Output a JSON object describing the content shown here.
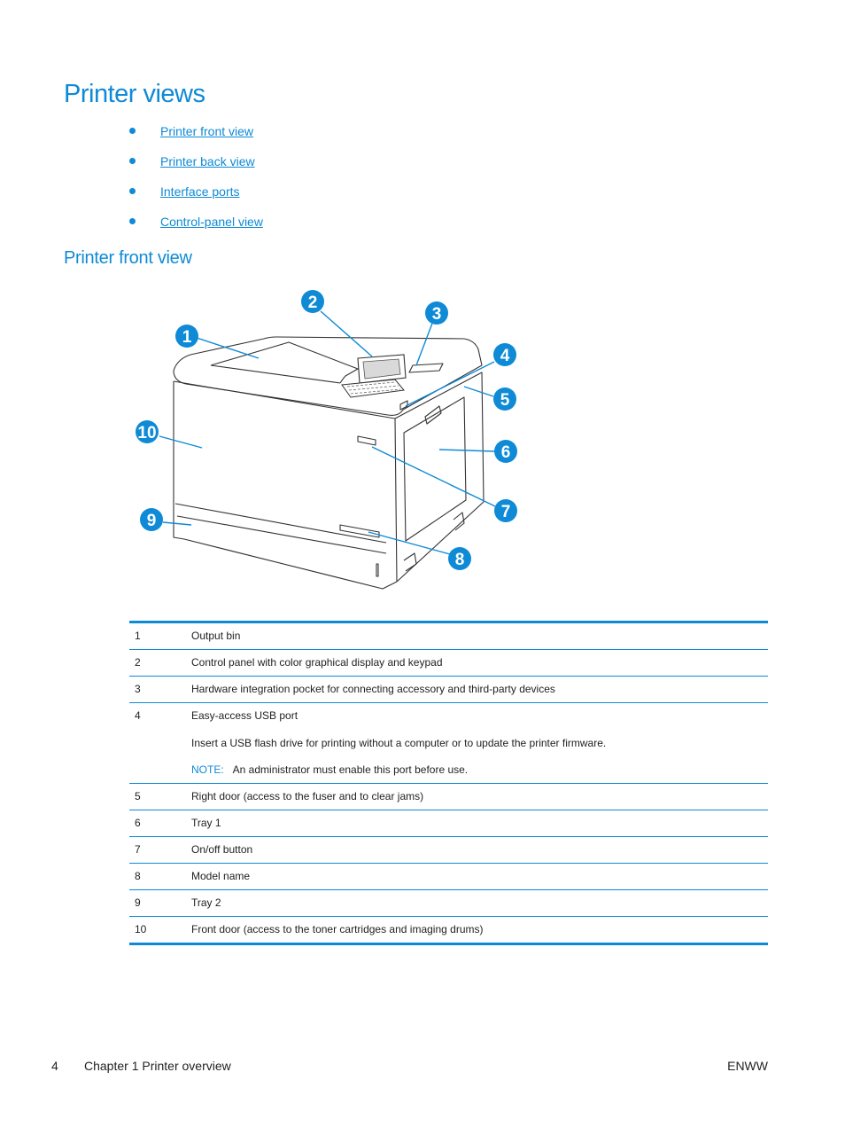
{
  "page": {
    "title": "Printer views",
    "toc": [
      "Printer front view",
      "Printer back view",
      "Interface ports",
      "Control-panel view"
    ],
    "section_title": "Printer front view"
  },
  "figure": {
    "callouts": [
      "1",
      "2",
      "3",
      "4",
      "5",
      "6",
      "7",
      "8",
      "9",
      "10"
    ]
  },
  "legend": {
    "rows": [
      {
        "num": "1",
        "text": "Output bin"
      },
      {
        "num": "2",
        "text": "Control panel with color graphical display and keypad"
      },
      {
        "num": "3",
        "text": "Hardware integration pocket for connecting accessory and third-party devices"
      },
      {
        "num": "4",
        "text": "Easy-access USB port"
      },
      {
        "num": "5",
        "text": "Right door (access to the fuser and to clear jams)"
      },
      {
        "num": "6",
        "text": "Tray 1"
      },
      {
        "num": "7",
        "text": "On/off button"
      },
      {
        "num": "8",
        "text": "Model name"
      },
      {
        "num": "9",
        "text": "Tray 2"
      },
      {
        "num": "10",
        "text": "Front door (access to the toner cartridges and imaging drums)"
      }
    ],
    "row4_detail": "Insert a USB flash drive for printing without a computer or to update the printer firmware.",
    "note_label": "NOTE:",
    "note_text": "An administrator must enable this port before use."
  },
  "footer": {
    "page_number": "4",
    "chapter": "Chapter 1   Printer overview",
    "right": "ENWW"
  },
  "colors": {
    "accent": "#0e8ad6"
  }
}
